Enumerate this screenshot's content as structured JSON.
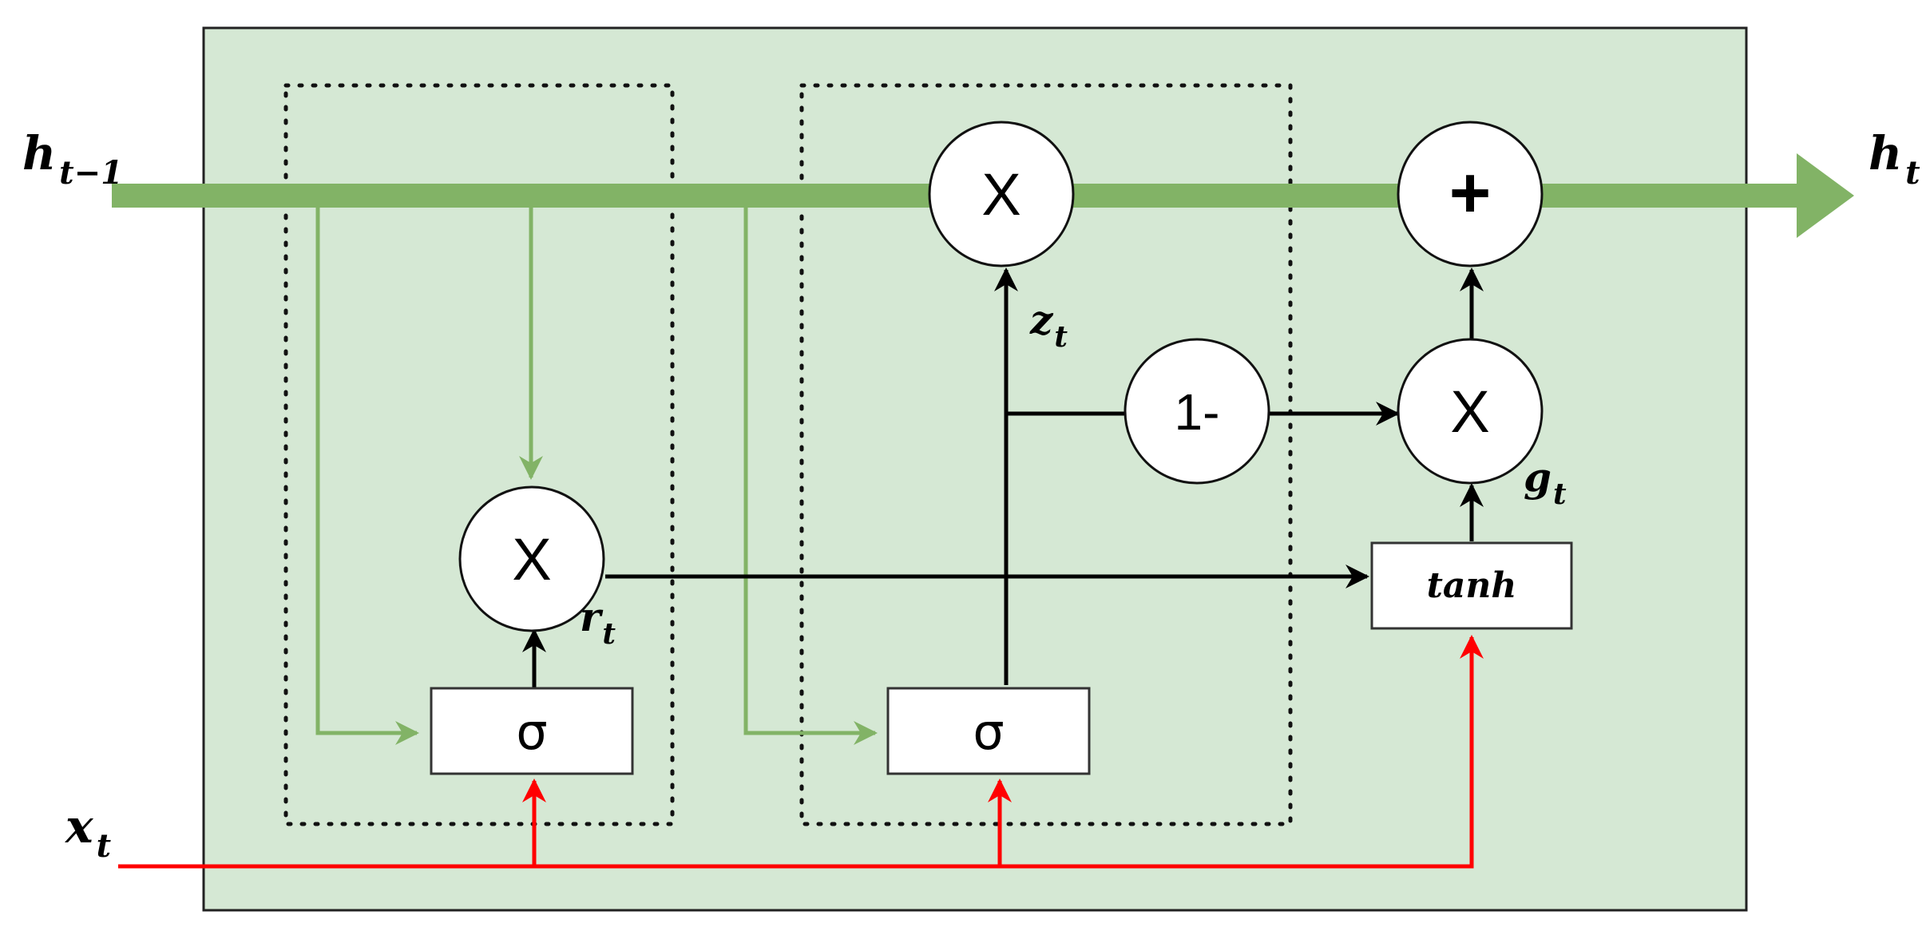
{
  "labels": {
    "h_prev": "h",
    "h_prev_sub": "t−1",
    "h_out": "h",
    "h_out_sub": "t",
    "x_in": "x",
    "x_in_sub": "t",
    "r": "r",
    "r_sub": "t",
    "z": "z",
    "z_sub": "t",
    "g": "g",
    "g_sub": "t"
  },
  "operators": {
    "multiply_reset": "X",
    "multiply_update": "X",
    "multiply_candidate": "X",
    "add": "+",
    "one_minus": "1-"
  },
  "gates": {
    "reset_sigma": "σ",
    "update_sigma": "σ",
    "tanh": "tanh"
  },
  "colors": {
    "background": "#d5e8d4",
    "hidden_path": "#82b366",
    "input_path": "#ff0000",
    "line": "#000000"
  }
}
